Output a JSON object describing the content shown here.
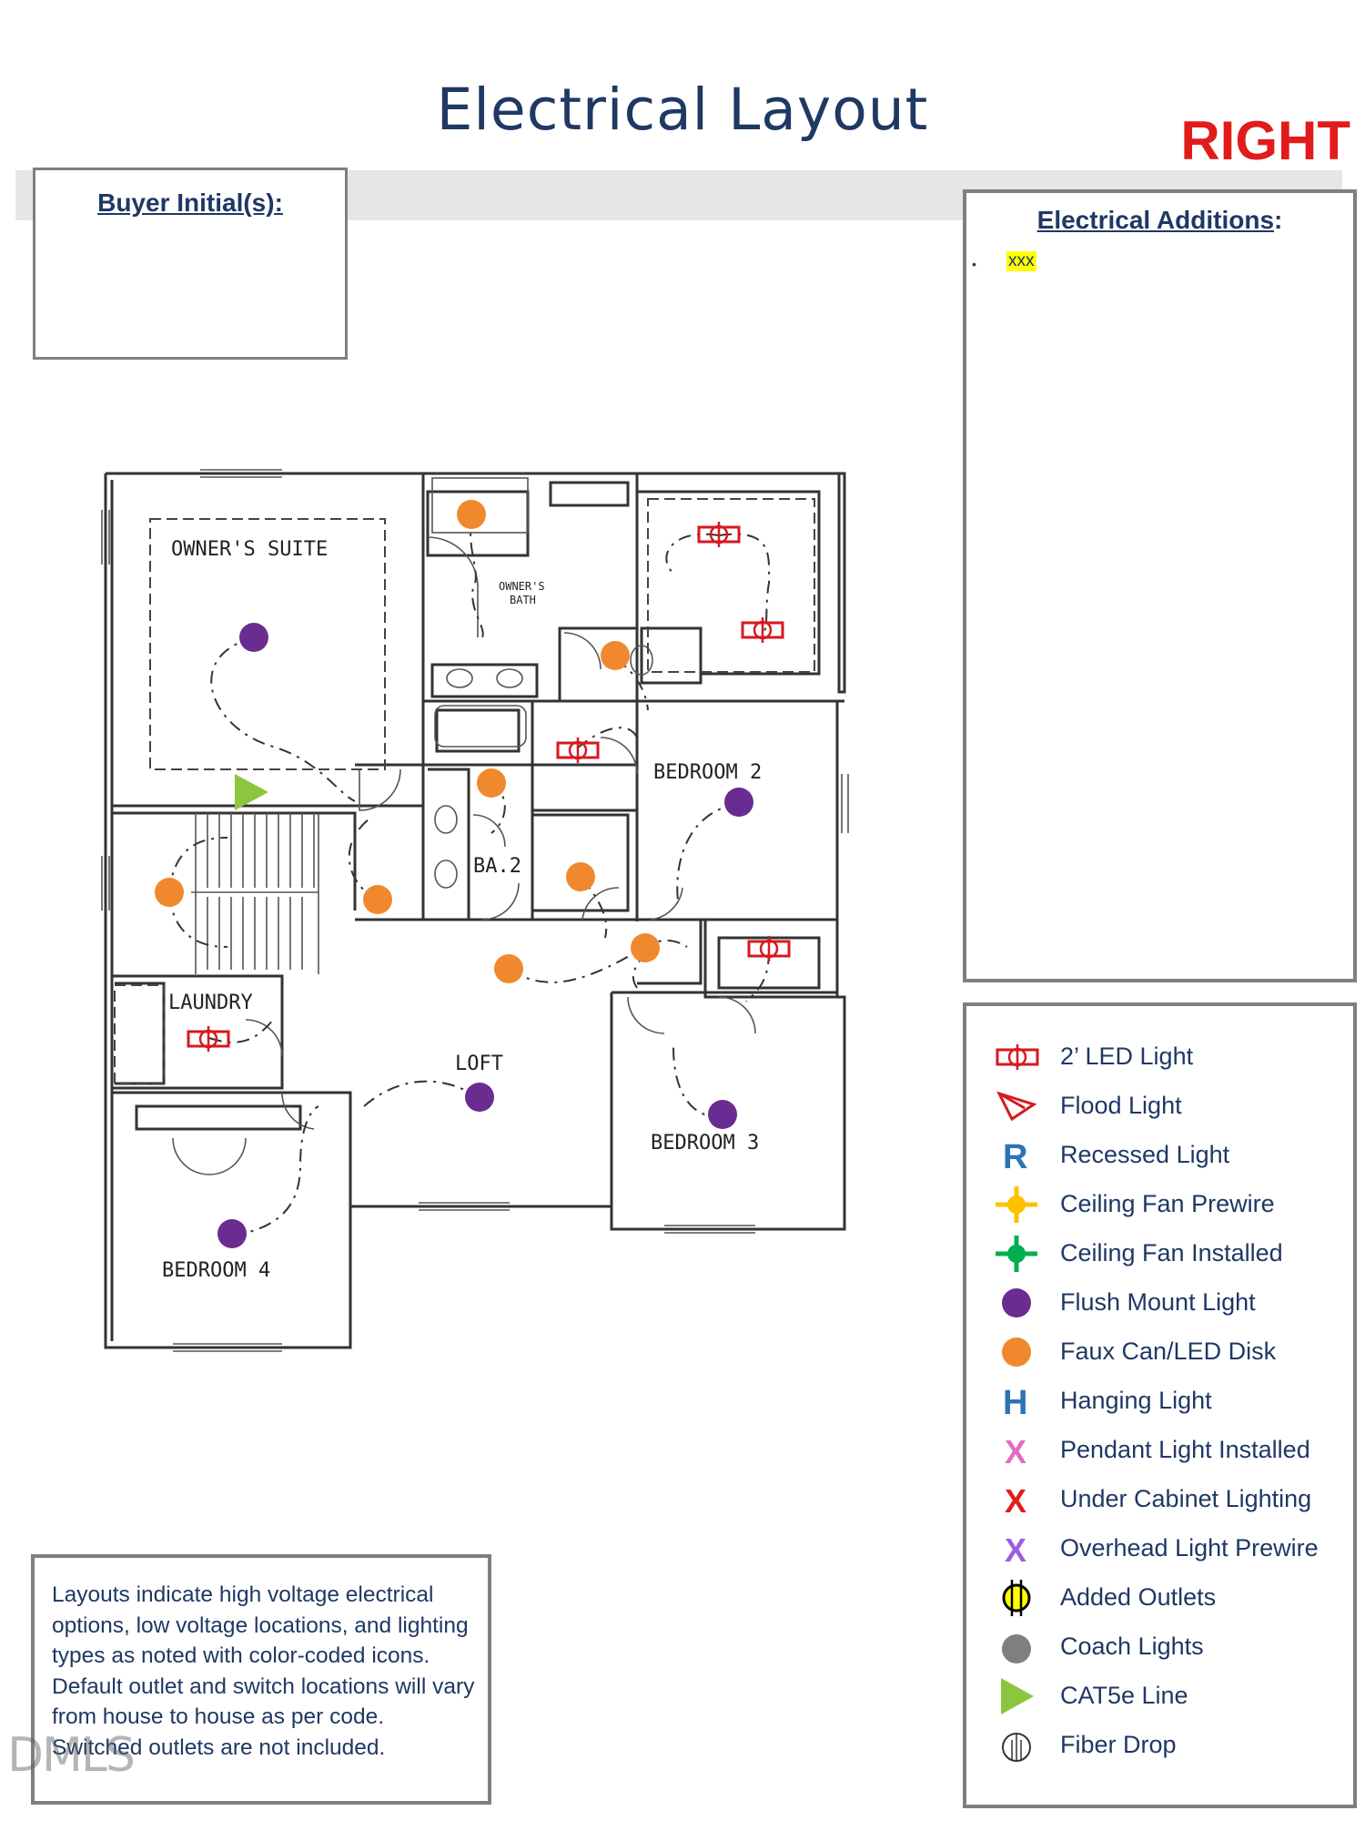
{
  "header": {
    "title": "Electrical Layout",
    "side": "RIGHT"
  },
  "buyer": {
    "label": "Buyer Initial(s):"
  },
  "additions": {
    "title": "Electrical Additions",
    "colon": ":",
    "bullet": "•",
    "items": [
      "xxx"
    ]
  },
  "plan": {
    "rooms": {
      "owners_suite": "OWNER'S SUITE",
      "owners_bath_1": "OWNER'S",
      "owners_bath_2": "BATH",
      "bedroom2": "BEDROOM 2",
      "ba2": "BA.2",
      "laundry": "LAUNDRY",
      "loft": "LOFT",
      "bedroom3": "BEDROOM 3",
      "bedroom4": "BEDROOM 4"
    },
    "colors": {
      "flush_mount": "#6a2c91",
      "faux_can": "#f0892e",
      "led": "#d71920",
      "cat5e": "#8cc63f"
    }
  },
  "legend": {
    "items": [
      {
        "icon": "led-2ft-icon",
        "label": "2’ LED Light"
      },
      {
        "icon": "flood-light-icon",
        "label": "Flood Light"
      },
      {
        "icon": "recessed-light-icon",
        "label": "Recessed Light",
        "glyph": "R",
        "color": "#2e74b5"
      },
      {
        "icon": "ceiling-fan-prewire-icon",
        "label": "Ceiling Fan Prewire",
        "color": "#ffc000"
      },
      {
        "icon": "ceiling-fan-installed-icon",
        "label": "Ceiling Fan Installed",
        "color": "#00b050"
      },
      {
        "icon": "flush-mount-light-icon",
        "label": "Flush Mount Light",
        "color": "#6a2c91"
      },
      {
        "icon": "faux-can-icon",
        "label": "Faux Can/LED Disk",
        "color": "#f0892e"
      },
      {
        "icon": "hanging-light-icon",
        "label": "Hanging Light",
        "glyph": "H",
        "color": "#2e74b5"
      },
      {
        "icon": "pendant-light-icon",
        "label": "Pendant Light Installed",
        "glyph": "X",
        "color": "#e46bc0"
      },
      {
        "icon": "under-cabinet-icon",
        "label": "Under Cabinet Lighting",
        "glyph": "X",
        "color": "#e21b1b"
      },
      {
        "icon": "overhead-prewire-icon",
        "label": "Overhead Light Prewire",
        "glyph": "X",
        "color": "#9b5de5"
      },
      {
        "icon": "added-outlet-icon",
        "label": "Added Outlets",
        "color": "#ffff00"
      },
      {
        "icon": "coach-light-icon",
        "label": "Coach Lights",
        "color": "#7f7f7f"
      },
      {
        "icon": "cat5e-icon",
        "label": "CAT5e Line",
        "color": "#8cc63f"
      },
      {
        "icon": "fiber-drop-icon",
        "label": "Fiber Drop"
      }
    ]
  },
  "note": {
    "text": "Layouts indicate high voltage electrical options, low voltage locations, and lighting types as noted with color-coded icons. Default outlet and switch locations will vary from house to house as per code. Switched outlets are not included."
  },
  "watermark": "DMLS"
}
